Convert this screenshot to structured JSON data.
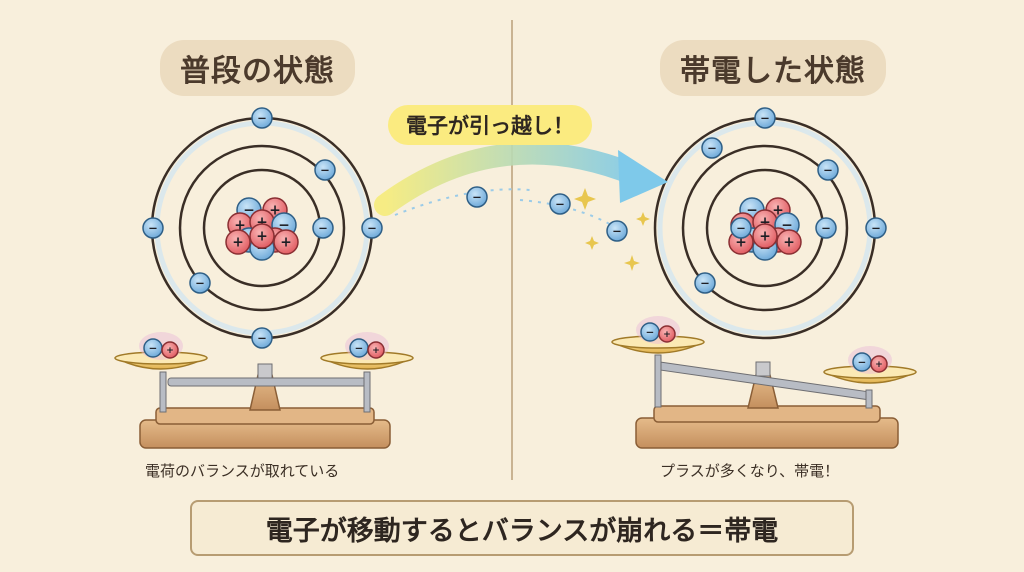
{
  "left_panel": {
    "title": "普段の状態",
    "caption": "電荷のバランスが取れている"
  },
  "right_panel": {
    "title": "帯電した状態",
    "caption": "プラスが多くなり、帯電！"
  },
  "transfer_label": "電子が引っ越し！",
  "bottom_banner": "電子が移動するとバランスが崩れる＝帯電",
  "electron_symbol": "−",
  "proton_symbol": "+",
  "colors": {
    "background": "#f8efdc",
    "electron": "#8ec1e8",
    "proton": "#ee7d80",
    "orbit": "#3a2e26",
    "arrow_start": "#f6ec7a",
    "arrow_end": "#7ec9ea",
    "wood": "#d8a878",
    "pan": "#f0c860"
  }
}
